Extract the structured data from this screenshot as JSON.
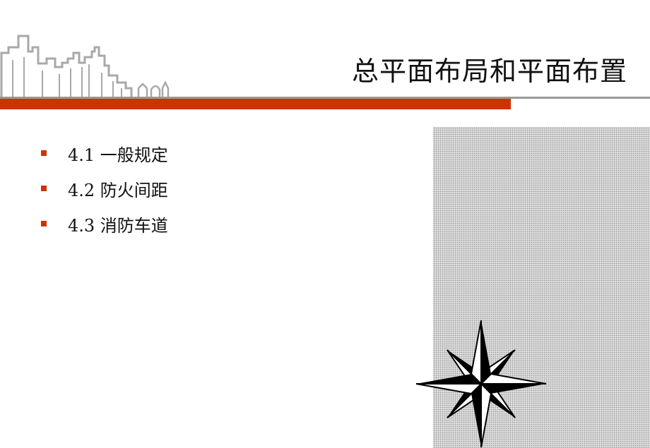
{
  "slide": {
    "title": "总平面布局和平面布置",
    "bullets": [
      {
        "label": "4.1 一般规定"
      },
      {
        "label": "4.2 防火间距"
      },
      {
        "label": "4.3 消防车道"
      }
    ]
  },
  "decor": {
    "skyline": "city-skyline-outline",
    "compass": "compass-rose-icon",
    "accent_color": "#cc3300",
    "rule_color": "#999999",
    "panel_color": "#dcdcdc"
  }
}
